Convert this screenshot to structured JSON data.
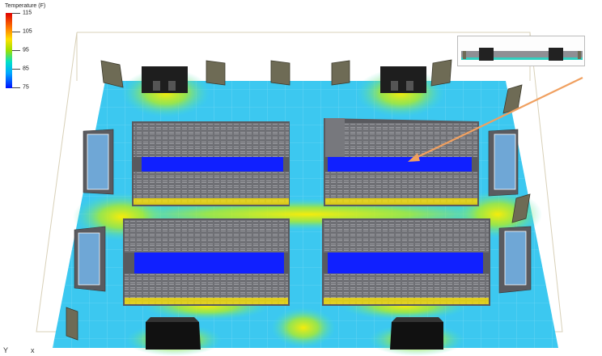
{
  "legend": {
    "title": "Temperature (F)",
    "ticks": [
      "115",
      "105",
      "95",
      "85",
      "75"
    ]
  },
  "axes": {
    "y": "Y",
    "x": "x"
  },
  "colors": {
    "hot": "#e00000",
    "warm": "#ffe000",
    "mid": "#00e0c8",
    "cool": "#00a8ff",
    "cold": "#0010ff",
    "rack": "#8f8f94",
    "rack_dark": "#5b5c61",
    "unit": "#2a2a2a",
    "arrow": "#f0a060"
  }
}
